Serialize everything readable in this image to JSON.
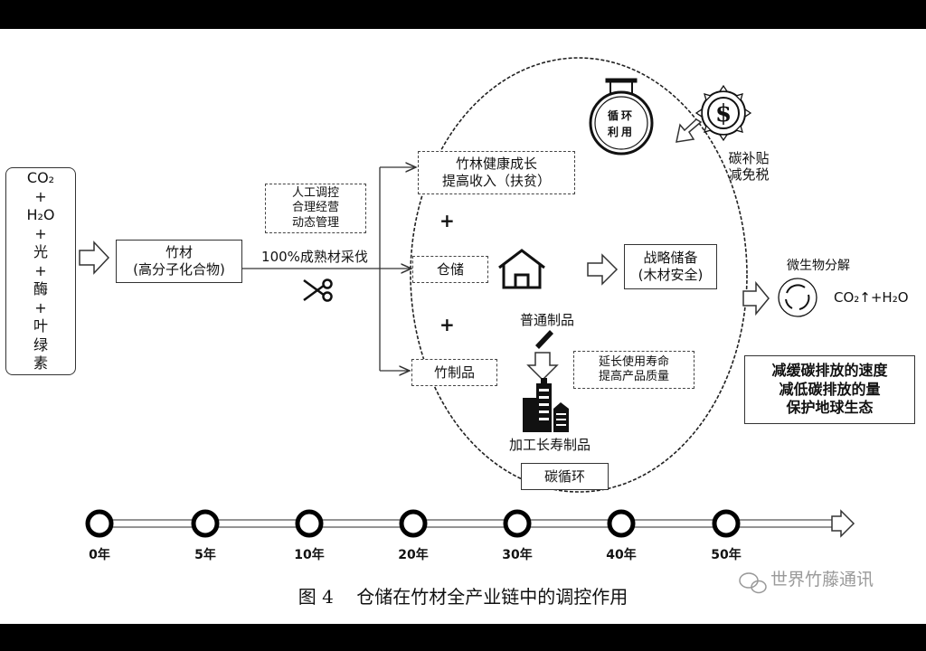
{
  "inputs": {
    "items": [
      "CO₂",
      "+",
      "H₂O",
      "+",
      "光",
      "+",
      "酶",
      "+",
      "叶",
      "绿",
      "素"
    ]
  },
  "bamboo_box": {
    "line1": "竹材",
    "line2": "(高分子化合物)"
  },
  "management_box": {
    "lines": [
      "人工调控",
      "合理经营",
      "动态管理"
    ]
  },
  "harvest_label": "100%成熟材采伐",
  "forest_box": {
    "line1": "竹林健康成长",
    "line2": "提高收入（扶贫）"
  },
  "plus": "+",
  "storage_label": "仓储",
  "strategic_box": {
    "line1": "战略储备",
    "line2": "(木材安全)"
  },
  "products_label": "竹制品",
  "ordinary_products": "普通制品",
  "longlife_products": "加工长寿制品",
  "extend_box": {
    "line1": "延长使用寿命",
    "line2": "提高产品质量"
  },
  "carbon_cycle": "碳循环",
  "flask": {
    "line1": "循环",
    "line2": "利用"
  },
  "subsidy": {
    "line1": "碳补贴",
    "line2": "减免税"
  },
  "decomposition": "微生物分解",
  "output_formula": "CO₂↑+H₂O",
  "benefit_box": {
    "lines": [
      "减缓碳排放的速度",
      "减低碳排放的量",
      "保护地球生态"
    ]
  },
  "timeline": {
    "labels": [
      "0年",
      "5年",
      "10年",
      "20年",
      "30年",
      "40年",
      "50年"
    ]
  },
  "caption": "图 4    仓储在竹材全产业链中的调控作用",
  "watermark": "世界竹藤通讯"
}
